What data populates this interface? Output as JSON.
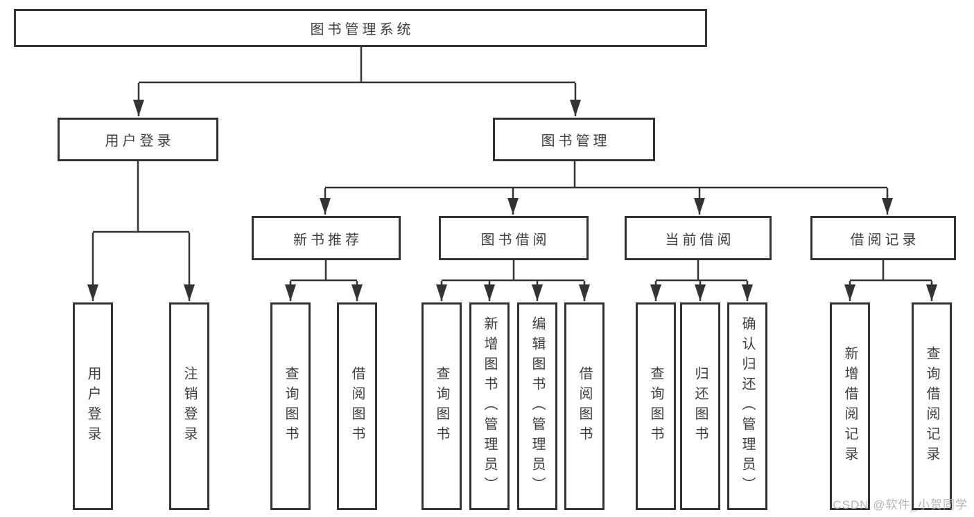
{
  "diagram": {
    "root": {
      "label": "图书管理系统"
    },
    "level2": [
      {
        "label": "用户登录",
        "children": [
          {
            "label": "用户登录"
          },
          {
            "label": "注销登录"
          }
        ]
      },
      {
        "label": "图书管理",
        "children": [
          {
            "label": "新书推荐",
            "children": [
              {
                "label": "查询图书"
              },
              {
                "label": "借阅图书"
              }
            ]
          },
          {
            "label": "图书借阅",
            "children": [
              {
                "label": "查询图书"
              },
              {
                "label": "新增图书（管理员）"
              },
              {
                "label": "编辑图书（管理员）"
              },
              {
                "label": "借阅图书"
              }
            ]
          },
          {
            "label": "当前借阅",
            "children": [
              {
                "label": "查询图书"
              },
              {
                "label": "归还图书"
              },
              {
                "label": "确认归还（管理员）"
              }
            ]
          },
          {
            "label": "借阅记录",
            "children": [
              {
                "label": "新增借阅记录"
              },
              {
                "label": "查询借阅记录"
              }
            ]
          }
        ]
      }
    ]
  },
  "watermark": {
    "text": "CSDN @软件_小贺同学"
  },
  "colors": {
    "line": "#333333",
    "box_border": "#333333",
    "text": "#3d3d3d",
    "watermark": "#b5b5b5",
    "background": "#ffffff"
  }
}
